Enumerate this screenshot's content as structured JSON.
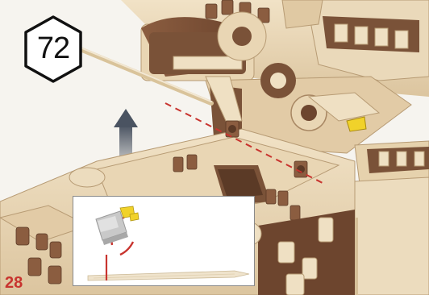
{
  "step": {
    "number": "72",
    "icon": "hexagon-step-badge"
  },
  "page": {
    "number": "28"
  },
  "colors": {
    "accent_red": "#c8342f",
    "plywood_light": "#e8d6b6",
    "plywood_edge": "#7a5238",
    "highlight_yellow": "#f1d22a",
    "arrow_gray": "#4f5966"
  },
  "icons": [
    "up-arrow-icon",
    "glue-applicator-icon",
    "red-target-ring-icon",
    "hexagon-step-badge"
  ]
}
